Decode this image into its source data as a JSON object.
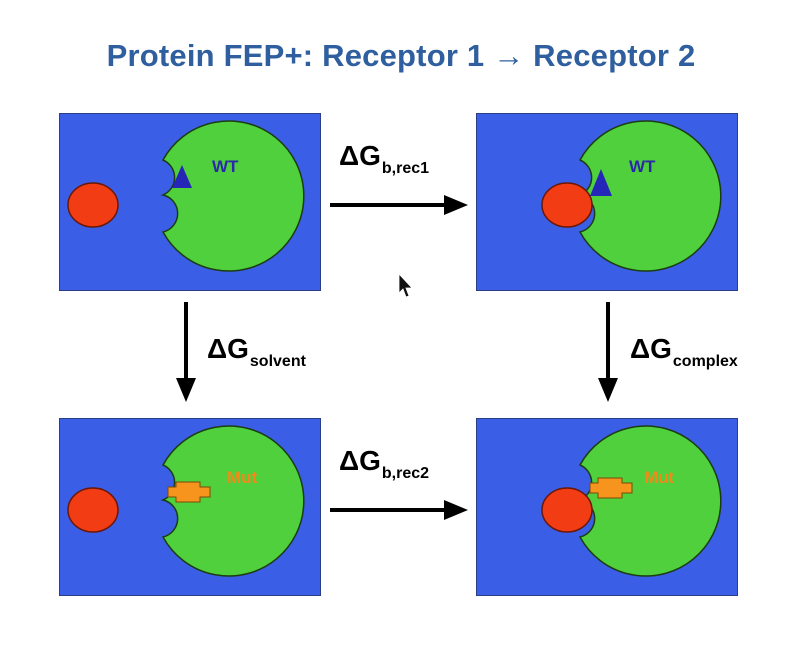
{
  "title": "Protein FEP+: Receptor 1 → Receptor 2",
  "panels": {
    "top_left": {
      "label": "WT"
    },
    "top_right": {
      "label": "WT"
    },
    "bottom_left": {
      "label": "Mut"
    },
    "bottom_right": {
      "label": "Mut"
    }
  },
  "edges": {
    "top": {
      "symbol": "ΔG",
      "subscript": "b,rec1"
    },
    "bottom": {
      "symbol": "ΔG",
      "subscript": "b,rec2"
    },
    "left": {
      "symbol": "ΔG",
      "subscript": "solvent"
    },
    "right": {
      "symbol": "ΔG",
      "subscript": "complex"
    }
  },
  "colors": {
    "background_blue": "#3a5ee6",
    "protein_green": "#4fd03c",
    "ligand_red": "#f23c14",
    "wt_triangle": "#2525b8",
    "mut_residue": "#f7941d",
    "title": "#2f5f9e"
  }
}
